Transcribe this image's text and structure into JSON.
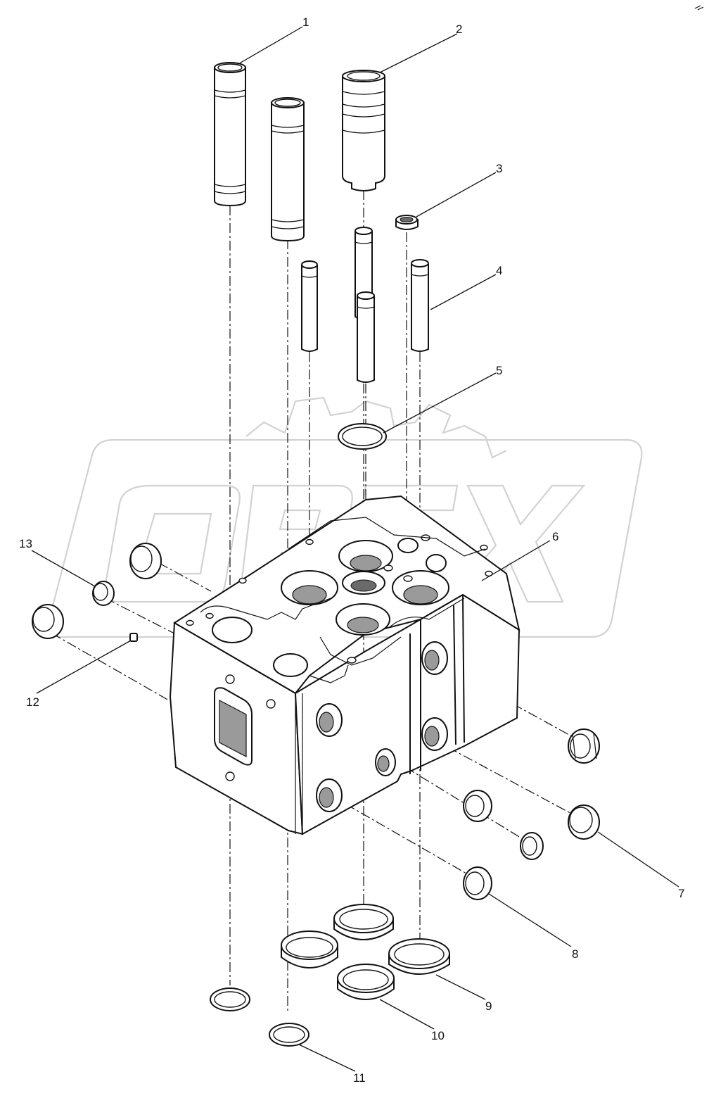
{
  "watermark": {
    "brand_text": "OPEX"
  },
  "drawing": {
    "callouts": [
      {
        "id": "1",
        "label": "1"
      },
      {
        "id": "2",
        "label": "2"
      },
      {
        "id": "3",
        "label": "3"
      },
      {
        "id": "4",
        "label": "4"
      },
      {
        "id": "5",
        "label": "5"
      },
      {
        "id": "6",
        "label": "6"
      },
      {
        "id": "7",
        "label": "7"
      },
      {
        "id": "8",
        "label": "8"
      },
      {
        "id": "9",
        "label": "9"
      },
      {
        "id": "10",
        "label": "10"
      },
      {
        "id": "11",
        "label": "11"
      },
      {
        "id": "12",
        "label": "12"
      },
      {
        "id": "13",
        "label": "13"
      }
    ]
  }
}
